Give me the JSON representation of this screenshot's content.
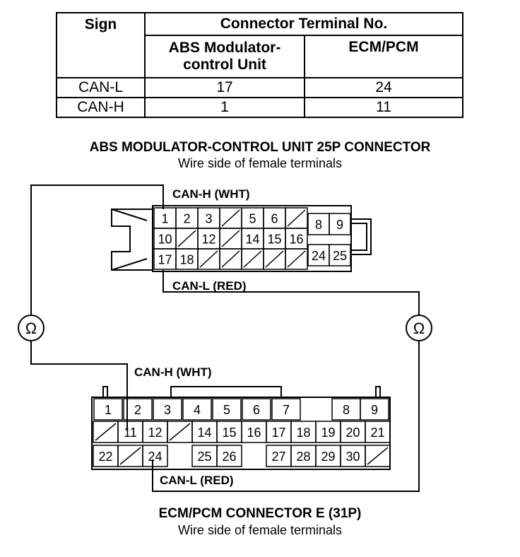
{
  "table": {
    "headers": {
      "sign": "Sign",
      "connector": "Connector Terminal No.",
      "abs": "ABS Modulator-control Unit",
      "ecm": "ECM/PCM"
    },
    "rows": [
      {
        "sign": "CAN-L",
        "abs": "17",
        "ecm": "24"
      },
      {
        "sign": "CAN-H",
        "abs": "1",
        "ecm": "11"
      }
    ]
  },
  "abs_connector": {
    "title": "ABS MODULATOR-CONTROL UNIT 25P CONNECTOR",
    "subtitle": "Wire side of female terminals",
    "can_h_label": "CAN-H (WHT)",
    "can_l_label": "CAN-L (RED)",
    "rows": [
      [
        "1",
        "2",
        "3",
        "/",
        "5",
        "6",
        "/"
      ],
      [
        "10",
        "/",
        "12",
        "/",
        "14",
        "15",
        "16"
      ],
      [
        "17",
        "18",
        "/",
        "/",
        "/",
        "/",
        "/"
      ]
    ],
    "side_top": [
      "8",
      "9"
    ],
    "side_bottom": [
      "24",
      "25"
    ]
  },
  "ecm_connector": {
    "title": "ECM/PCM CONNECTOR E (31P)",
    "subtitle": "Wire side of female terminals",
    "can_h_label": "CAN-H (WHT)",
    "can_l_label": "CAN-L (RED)",
    "row1": [
      "1",
      "2",
      "3",
      "4",
      "5",
      "6",
      "7",
      "",
      "8",
      "9"
    ],
    "row2": [
      "/",
      "11",
      "12",
      "/",
      "14",
      "15",
      "16",
      "17",
      "18",
      "19",
      "20",
      "21"
    ],
    "row3": [
      "22",
      "/",
      "24",
      "",
      "25",
      "26",
      "",
      "27",
      "28",
      "29",
      "30",
      "/"
    ]
  },
  "ohm_symbol": "Ω"
}
